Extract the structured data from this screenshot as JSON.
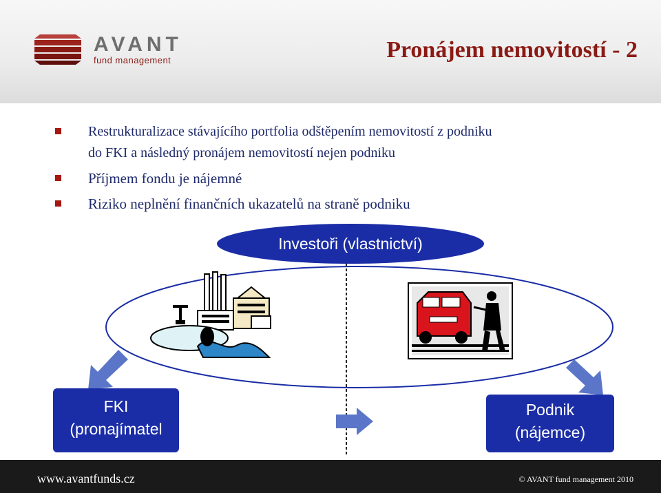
{
  "header": {
    "logo_word": "AVANT",
    "logo_sub": "fund management",
    "title": "Pronájem nemovitostí - 2"
  },
  "bullets": [
    {
      "line1": "Restrukturalizace stávajícího portfolia odštěpením nemovitostí z podniku",
      "line2": "do FKI a následný pronájem nemovitostí nejen podniku"
    },
    {
      "line1": "Příjmem fondu je nájemné"
    },
    {
      "line1": "Riziko neplnění finančních ukazatelů na straně podniku"
    }
  ],
  "diagram": {
    "investors_label": "Investoři (vlastnictví)",
    "fki_line1": "FKI",
    "fki_line2": "(pronajímatel",
    "podnik_line1": "Podnik",
    "podnik_line2": "(nájemce)",
    "factory_icon": "factory-pollution-clipart",
    "car_icon": "car-paint-shop-clipart",
    "colors": {
      "box": "#1b2da6",
      "arrow": "#5b76c8",
      "accent": "#8b1a14"
    }
  },
  "footer": {
    "url": "www.avantfunds.cz",
    "copyright": "© AVANT fund management 2010"
  }
}
